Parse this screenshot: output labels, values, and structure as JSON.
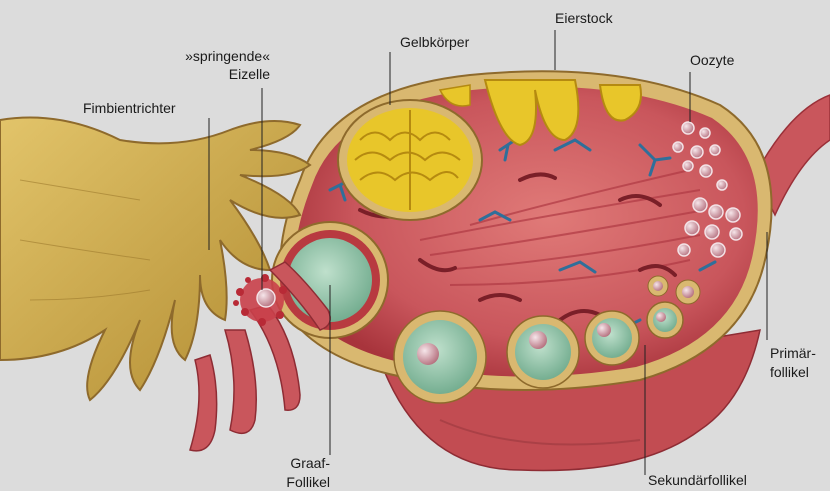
{
  "labels": {
    "eierstock": "Eierstock",
    "gelbkoerper": "Gelbkörper",
    "oozyte": "Oozyte",
    "springende_1": "»springende«",
    "springende_2": "Eizelle",
    "fimbientrichter": "Fimbientrichter",
    "primaer_1": "Primär-",
    "primaer_2": "follikel",
    "graaf_1": "Graaf-",
    "graaf_2": "Follikel",
    "sekundaer": "Sekundärfollikel"
  },
  "colors": {
    "background": "#dcdcdc",
    "ovary_tissue": "#c9565c",
    "ovary_rim": "#d8b86a",
    "corpus_luteum": "#e8c62a",
    "follicle_fluid": "#8fc4a8",
    "tube": "#c9a84a",
    "vessel": "#2f6f9a"
  }
}
